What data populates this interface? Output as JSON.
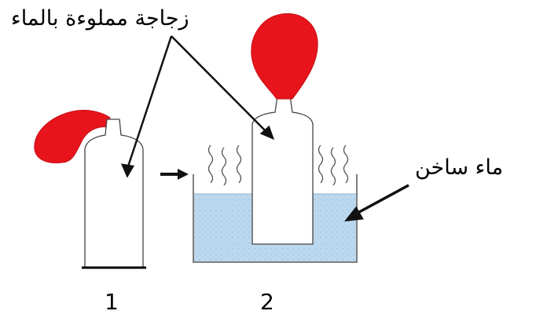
{
  "labels": {
    "bottles_label": "زجاجة مملوءة بالماء",
    "hot_water_label": "ماء ساخن",
    "step_1": "1",
    "step_2": "2"
  },
  "colors": {
    "balloon": "#e8141c",
    "water": "#bcd8ee",
    "water_speckle": "#9fc4e2",
    "outline": "#444444",
    "arrow": "#111111"
  },
  "icons": [
    "deflated-balloon",
    "inflated-balloon",
    "steam-wave",
    "right-arrow"
  ]
}
